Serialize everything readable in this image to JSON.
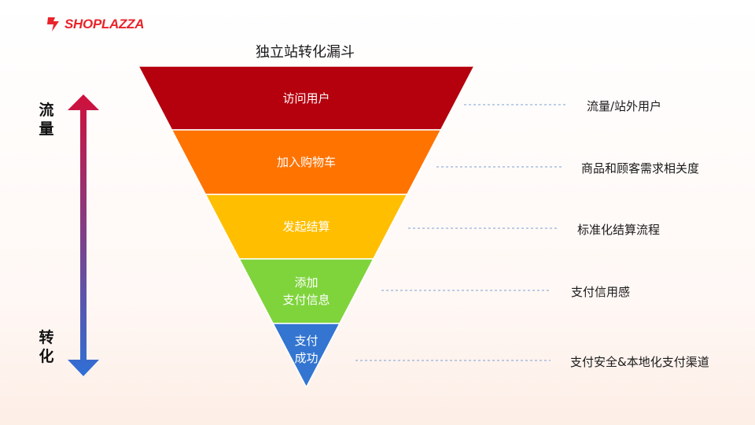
{
  "brand": {
    "logo_text": "SHOPLAZZA",
    "logo_icon": "shoplazza-logo-icon",
    "brand_color": "#e8242a"
  },
  "title": "独立站转化漏斗",
  "axis": {
    "top_label": "流量",
    "bottom_label": "转化",
    "arrow_top_color": "#d0103a",
    "arrow_bottom_color": "#2f6fd6"
  },
  "stages": [
    {
      "label": "访问用户",
      "description": "流量/站外用户",
      "color": "#b5000e"
    },
    {
      "label": "加入购物车",
      "description": "商品和顾客需求相关度",
      "color": "#ff7300"
    },
    {
      "label": "发起结算",
      "description": "标准化结算流程",
      "color": "#ffbf00"
    },
    {
      "label": "添加\n支付信息",
      "description": "支付信用感",
      "color": "#7fd43c"
    },
    {
      "label": "支付\n成功",
      "description": "支付安全&本地化支付渠道",
      "color": "#3375d0"
    }
  ]
}
